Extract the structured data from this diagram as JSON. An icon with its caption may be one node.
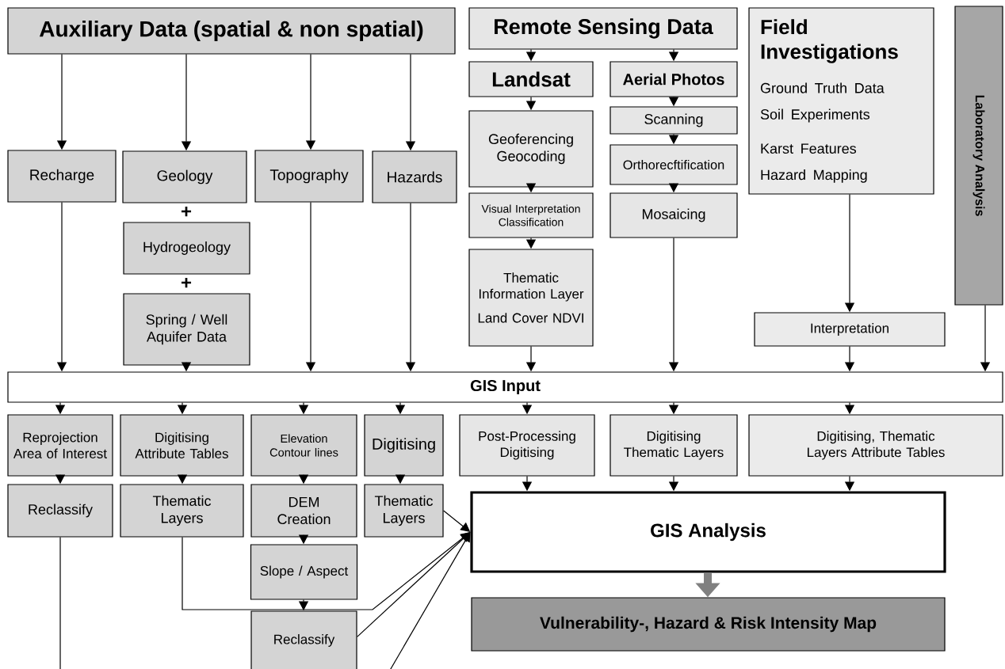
{
  "diagram": {
    "nodes": [
      {
        "text": [
          "Auxiliary Data (spatial & non spatial)"
        ]
      },
      {
        "text": [
          "Remote Sensing Data"
        ]
      },
      {
        "text": [
          "Field Investigations",
          "Ground Truth Data",
          "Soil Experiments",
          "Karst Features",
          "Hazard Mapping"
        ]
      },
      {
        "text": [
          "Laboratory Analysis"
        ]
      },
      {
        "text": [
          "Landsat"
        ]
      },
      {
        "text": [
          "Aerial Photos"
        ]
      },
      {
        "text": [
          "Recharge"
        ]
      },
      {
        "text": [
          "Geology"
        ]
      },
      {
        "text": [
          "Topography"
        ]
      },
      {
        "text": [
          "Hazards"
        ]
      },
      {
        "text": [
          "Geoferencing Geocoding"
        ]
      },
      {
        "text": [
          "Scanning"
        ]
      },
      {
        "text": [
          "Orthorecftification"
        ]
      },
      {
        "text": [
          "Hydrogeology"
        ]
      },
      {
        "text": [
          "Visual Interpretation Classification"
        ]
      },
      {
        "text": [
          "Mosaicing"
        ]
      },
      {
        "text": [
          "Spring / Well Aquifer Data"
        ]
      },
      {
        "text": [
          "Thematic Information Layer",
          "Land Cover NDVI"
        ]
      },
      {
        "text": [
          "Interpretation"
        ]
      },
      {
        "text": [
          "GIS Input"
        ]
      },
      {
        "text": [
          "Reprojection Area of Interest"
        ]
      },
      {
        "text": [
          "Digitising Attribute Tables"
        ]
      },
      {
        "text": [
          "Elevation Contour lines"
        ]
      },
      {
        "text": [
          "Digitising"
        ]
      },
      {
        "text": [
          "Post-Processing Digitising"
        ]
      },
      {
        "text": [
          "Digitising Thematic Layers"
        ]
      },
      {
        "text": [
          "Digitising, Thematic Layers Attribute Tables"
        ]
      },
      {
        "text": [
          "Reclassify"
        ]
      },
      {
        "text": [
          "Thematic Layers"
        ]
      },
      {
        "text": [
          "DEM Creation"
        ]
      },
      {
        "text": [
          "Thematic Layers"
        ]
      },
      {
        "text": [
          "GIS Analysis"
        ]
      },
      {
        "text": [
          "Slope / Aspect"
        ]
      },
      {
        "text": [
          "Reclassify"
        ]
      },
      {
        "text": [
          "Vulnerability-, Hazard & Risk Intensity Map"
        ]
      }
    ],
    "edges": [
      {
        "from": 0,
        "to": 6,
        "arrow": "to"
      },
      {
        "from": 0,
        "to": 7,
        "arrow": "to"
      },
      {
        "from": 0,
        "to": 8,
        "arrow": "to"
      },
      {
        "from": 0,
        "to": 9,
        "arrow": "to"
      },
      {
        "from": 1,
        "to": 4,
        "arrow": "to"
      },
      {
        "from": 1,
        "to": 5,
        "arrow": "to"
      },
      {
        "from": 4,
        "to": 10,
        "arrow": "to"
      },
      {
        "from": 10,
        "to": 14,
        "arrow": "to"
      },
      {
        "from": 14,
        "to": 17,
        "arrow": "to"
      },
      {
        "from": 5,
        "to": 11,
        "arrow": "to"
      },
      {
        "from": 11,
        "to": 12,
        "arrow": "to"
      },
      {
        "from": 12,
        "to": 15,
        "arrow": "to"
      },
      {
        "from": 2,
        "to": 18,
        "arrow": "to"
      },
      {
        "from": 6,
        "to": 19,
        "arrow": "to"
      },
      {
        "from": 16,
        "to": 19,
        "arrow": "to"
      },
      {
        "from": 8,
        "to": 19,
        "arrow": "to"
      },
      {
        "from": 9,
        "to": 19,
        "arrow": "to"
      },
      {
        "from": 17,
        "to": 19,
        "arrow": "to"
      },
      {
        "from": 15,
        "to": 19,
        "arrow": "to"
      },
      {
        "from": 18,
        "to": 19,
        "arrow": "to"
      },
      {
        "from": 3,
        "to": 19,
        "arrow": "to"
      },
      {
        "from": 19,
        "to": 20,
        "arrow": "to"
      },
      {
        "from": 19,
        "to": 21,
        "arrow": "to"
      },
      {
        "from": 19,
        "to": 22,
        "arrow": "to"
      },
      {
        "from": 19,
        "to": 23,
        "arrow": "to"
      },
      {
        "from": 19,
        "to": 24,
        "arrow": "to"
      },
      {
        "from": 19,
        "to": 25,
        "arrow": "to"
      },
      {
        "from": 19,
        "to": 26,
        "arrow": "to"
      },
      {
        "from": 20,
        "to": 27,
        "arrow": "to"
      },
      {
        "from": 21,
        "to": 28,
        "arrow": "to"
      },
      {
        "from": 22,
        "to": 29,
        "arrow": "to"
      },
      {
        "from": 23,
        "to": 30,
        "arrow": "to"
      },
      {
        "from": 24,
        "to": 31,
        "arrow": "to"
      },
      {
        "from": 25,
        "to": 31,
        "arrow": "to"
      },
      {
        "from": 26,
        "to": 31,
        "arrow": "to"
      },
      {
        "from": 29,
        "to": 32,
        "arrow": "to"
      },
      {
        "from": 32,
        "to": 33,
        "arrow": "to"
      },
      {
        "from": 28,
        "to": 31,
        "arrow": "to"
      },
      {
        "from": 30,
        "to": 31,
        "arrow": "to"
      },
      {
        "from": 33,
        "to": 31,
        "arrow": "to"
      },
      {
        "from": null,
        "to": 31,
        "arrow": "to"
      },
      {
        "from": 27,
        "to": null,
        "arrow": "none"
      },
      {
        "from": 31,
        "to": 34,
        "arrow": "to",
        "style": "thick",
        "color": "#808080"
      }
    ],
    "labels": [
      "+",
      "+"
    ]
  }
}
